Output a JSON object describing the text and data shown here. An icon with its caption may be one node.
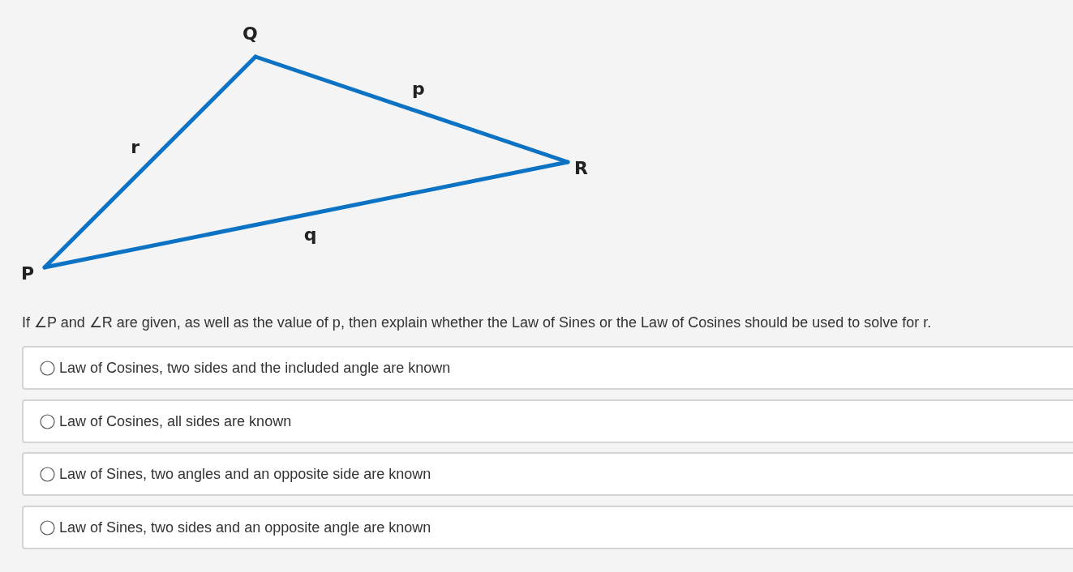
{
  "diagram": {
    "nodes": [
      {
        "text": [
          "Q"
        ]
      },
      {
        "text": [
          "R"
        ]
      },
      {
        "text": [
          "P"
        ]
      }
    ],
    "edges": [
      {
        "from": 0,
        "to": 1,
        "arrow": "none",
        "label": "p"
      },
      {
        "from": 2,
        "to": 1,
        "arrow": "none",
        "label": "q"
      },
      {
        "from": 2,
        "to": 0,
        "arrow": "none",
        "label": "r"
      }
    ],
    "labels": [
      "If ∠P and ∠R are given, as well as the value of p, then explain whether the Law of Sines or the Law of Cosines should be used to solve for r.",
      "Law of Cosines, two sides and the included angle are known",
      "Law of Cosines, all sides are known",
      "Law of Sines, two angles and an opposite side are known",
      "Law of Sines, two sides and an opposite angle are known"
    ]
  }
}
